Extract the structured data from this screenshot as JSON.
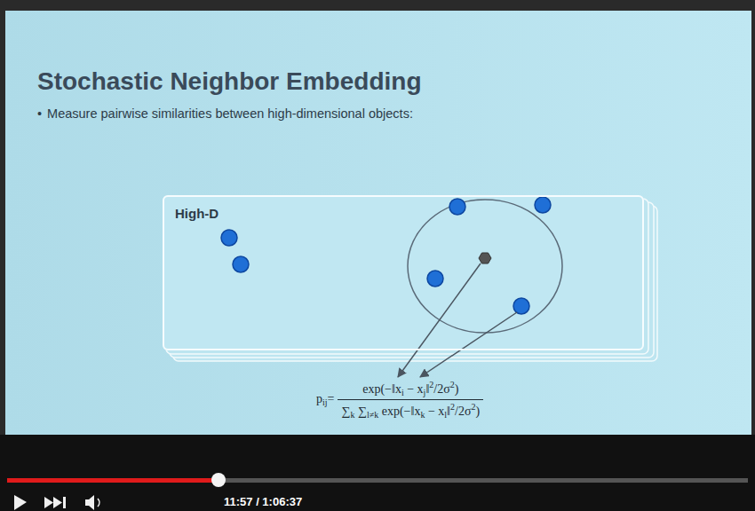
{
  "diagram": {
    "title": "Stochastic Neighbor Embedding",
    "nodes": [
      {
        "text": [
          "High-D"
        ]
      }
    ],
    "labels": [
      "•",
      "Measure pairwise similarities between high-dimensional objects:",
      "p",
      "ij",
      "=",
      "exp(−‖x",
      "i",
      " − x",
      "j",
      "‖",
      "2",
      "/2σ",
      "2",
      ")",
      "∑",
      "k",
      " ∑",
      "l≠k",
      " exp(−‖x",
      "k",
      " − x",
      "l",
      "‖",
      "2",
      "/2σ",
      "2",
      ")",
      "11:57 / 1:06:37"
    ]
  }
}
